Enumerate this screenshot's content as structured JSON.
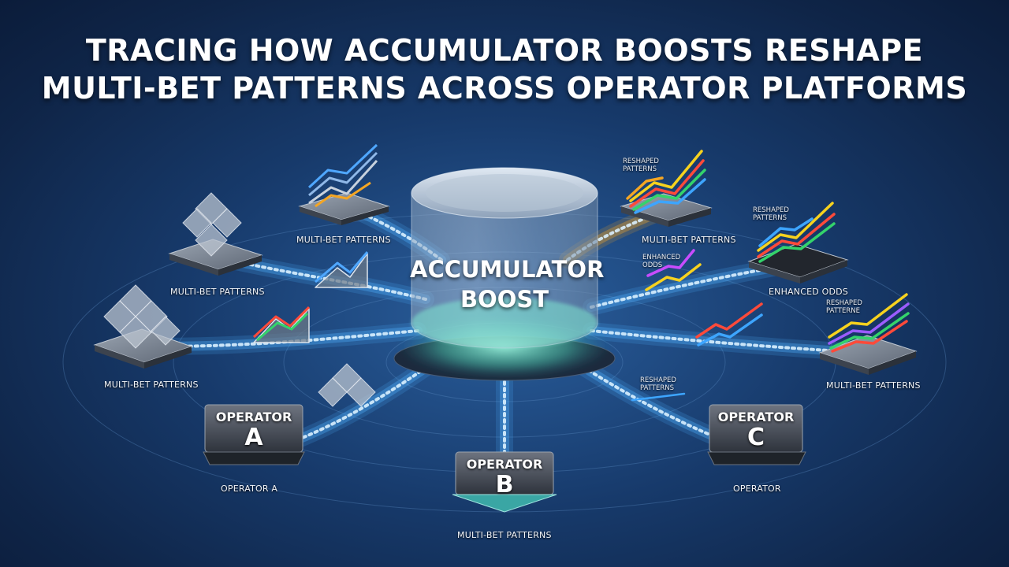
{
  "title_line1": "TRACING HOW ACCUMULATOR BOOSTS RESHAPE",
  "title_line2": "MULTI-BET PATTERNS ACROSS OPERATOR PLATFORMS",
  "hub": {
    "line1": "ACCUMULATOR",
    "line2": "BOOST"
  },
  "left_labels": {
    "top": "MULTI-BET PATTERNS",
    "mid": "MULTI-BET PATTERNS",
    "low": "MULTI-BET PATTERNS"
  },
  "right_labels": {
    "top_small_l1": "RESHAPED",
    "top_small_l2": "PATTERNS",
    "top": "MULTI-BET PATTERNS",
    "enh_small_l1": "ENHANCED",
    "enh_small_l2": "ODDS",
    "r2_small_l1": "RESHAPED",
    "r2_small_l2": "PATTERNS",
    "r2": "ENHANCED ODDS",
    "r3_small_l1": "RESHAPED",
    "r3_small_l2": "PATTERNE",
    "r3": "MULTI-BET PATTERNS",
    "mid_small_l1": "RESHAPED",
    "mid_small_l2": "PATTERNS"
  },
  "operators": {
    "a": {
      "name": "OPERATOR",
      "letter": "A",
      "caption": "OPERATOR A"
    },
    "b": {
      "name": "OPERATOR",
      "letter": "B",
      "caption": "MULTI-BET PATTERNS"
    },
    "c": {
      "name": "OPERATOR",
      "letter": "C",
      "caption": "OPERATOR"
    }
  },
  "colors": {
    "flow_blue": "#4fb3ff",
    "flow_orange": "#f5a623",
    "trend_yellow": "#f7d21e",
    "trend_green": "#34d36b",
    "trend_red": "#ff4a3a",
    "trend_purple": "#9b5cff",
    "trend_blue": "#3da5ff",
    "hub_glow": "#7af0d4"
  }
}
